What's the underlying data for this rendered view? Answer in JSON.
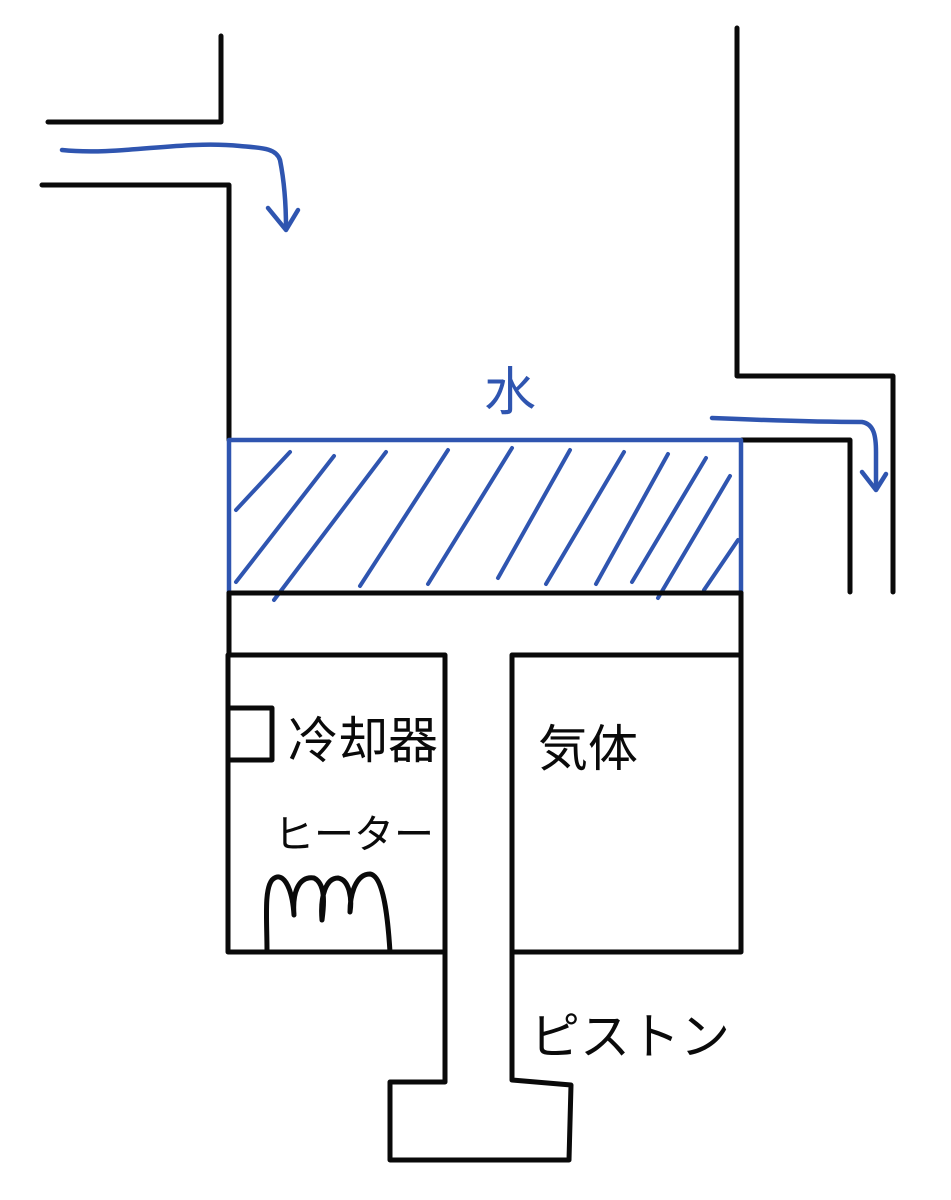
{
  "labels": {
    "water": "水",
    "cooler": "冷却器",
    "gas": "気体",
    "heater": "ヒーター",
    "piston": "ピストン"
  },
  "colors": {
    "ink": "#0a0a0a",
    "water": "#2f55b0"
  }
}
